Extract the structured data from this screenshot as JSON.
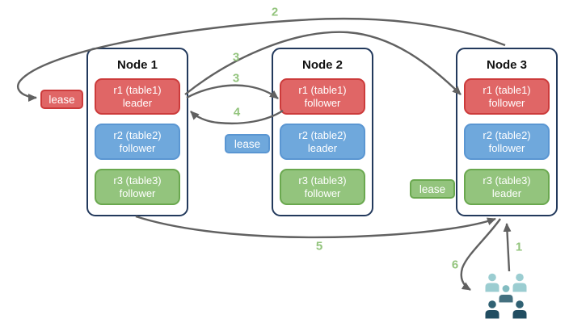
{
  "nodes": [
    {
      "title": "Node 1",
      "replicas": [
        {
          "range": "r1 (table1)",
          "role": "leader",
          "color": "#e06666"
        },
        {
          "range": "r2 (table2)",
          "role": "follower",
          "color": "#6fa8dc"
        },
        {
          "range": "r3 (table3)",
          "role": "follower",
          "color": "#93c47d"
        }
      ]
    },
    {
      "title": "Node 2",
      "replicas": [
        {
          "range": "r1 (table1)",
          "role": "follower",
          "color": "#e06666"
        },
        {
          "range": "r2 (table2)",
          "role": "leader",
          "color": "#6fa8dc"
        },
        {
          "range": "r3 (table3)",
          "role": "follower",
          "color": "#93c47d"
        }
      ]
    },
    {
      "title": "Node 3",
      "replicas": [
        {
          "range": "r1 (table1)",
          "role": "follower",
          "color": "#e06666"
        },
        {
          "range": "r2 (table2)",
          "role": "follower",
          "color": "#6fa8dc"
        },
        {
          "range": "r3 (table3)",
          "role": "leader",
          "color": "#93c47d"
        }
      ]
    }
  ],
  "leases": [
    {
      "label": "lease",
      "color": "#e06666",
      "attached_to": "r1 leader on Node 1"
    },
    {
      "label": "lease",
      "color": "#6fa8dc",
      "attached_to": "r2 leader on Node 2"
    },
    {
      "label": "lease",
      "color": "#93c47d",
      "attached_to": "r3 leader on Node 3"
    }
  ],
  "steps": {
    "s1": "1",
    "s2": "2",
    "s3a": "3",
    "s3b": "3",
    "s4": "4",
    "s5": "5",
    "s6": "6"
  },
  "icons": {
    "clients": "users-group"
  },
  "colors": {
    "node_border": "#22395c",
    "arrow": "#616161",
    "step_label": "#93c47d",
    "red_fill": "#e06666",
    "blue_fill": "#6fa8dc",
    "green_fill": "#93c47d",
    "users_light": "#9bcdd1",
    "users_mid_head": "#82bcc1",
    "users_mid_body": "#44707f",
    "users_dark_head": "#306173",
    "users_dark_body": "#214d61"
  }
}
